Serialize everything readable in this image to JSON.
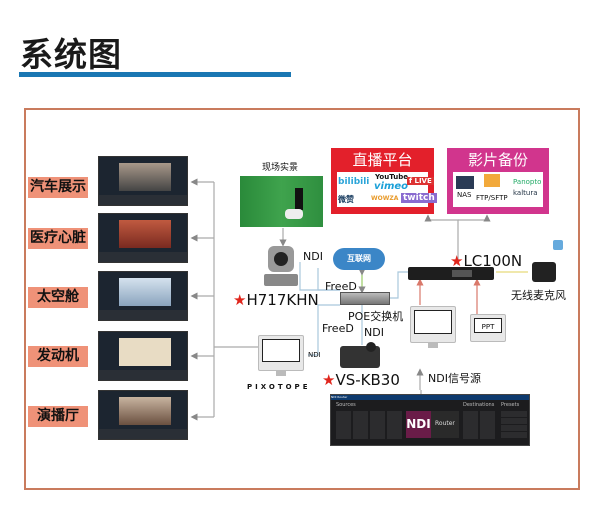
{
  "title": "系统图",
  "scenes": [
    "汽车展示",
    "医疗心脏",
    "太空舱",
    "发动机",
    "演播厅"
  ],
  "live_scene_label": "现场实景",
  "devices": {
    "camera": "H717KHN",
    "keyboard": "VS-KB30",
    "encoder": "LC100N",
    "switch": "POE交换机",
    "mic": "无线麦克风",
    "internet": "互联网",
    "ppt": "PPT",
    "ndi_source": "NDI信号源",
    "pixotope": "PIXOTOPE"
  },
  "links": {
    "ndi": "NDI",
    "freed": "FreeD"
  },
  "star": "★",
  "live_platforms": {
    "title": "直播平台",
    "logos": [
      "bilibili",
      "YouTube",
      "vimeo",
      "f LIVE",
      "微赞",
      "WOWZA",
      "twitch"
    ]
  },
  "backup": {
    "title": "影片备份",
    "items": [
      "NAS",
      "FTP/SFTP",
      "Panopto",
      "kaltura"
    ]
  },
  "router": {
    "brand": "NDI",
    "name": "Router",
    "window_title": "NDI Router",
    "sources": "Sources",
    "destinations": "Destinations",
    "presets": "Presets"
  },
  "colors": {
    "accent_blue": "#1a77b3",
    "frame": "#c97b5d",
    "label_bg": "#ef9278",
    "live_red": "#e3202b",
    "backup_magenta": "#d1358d"
  }
}
